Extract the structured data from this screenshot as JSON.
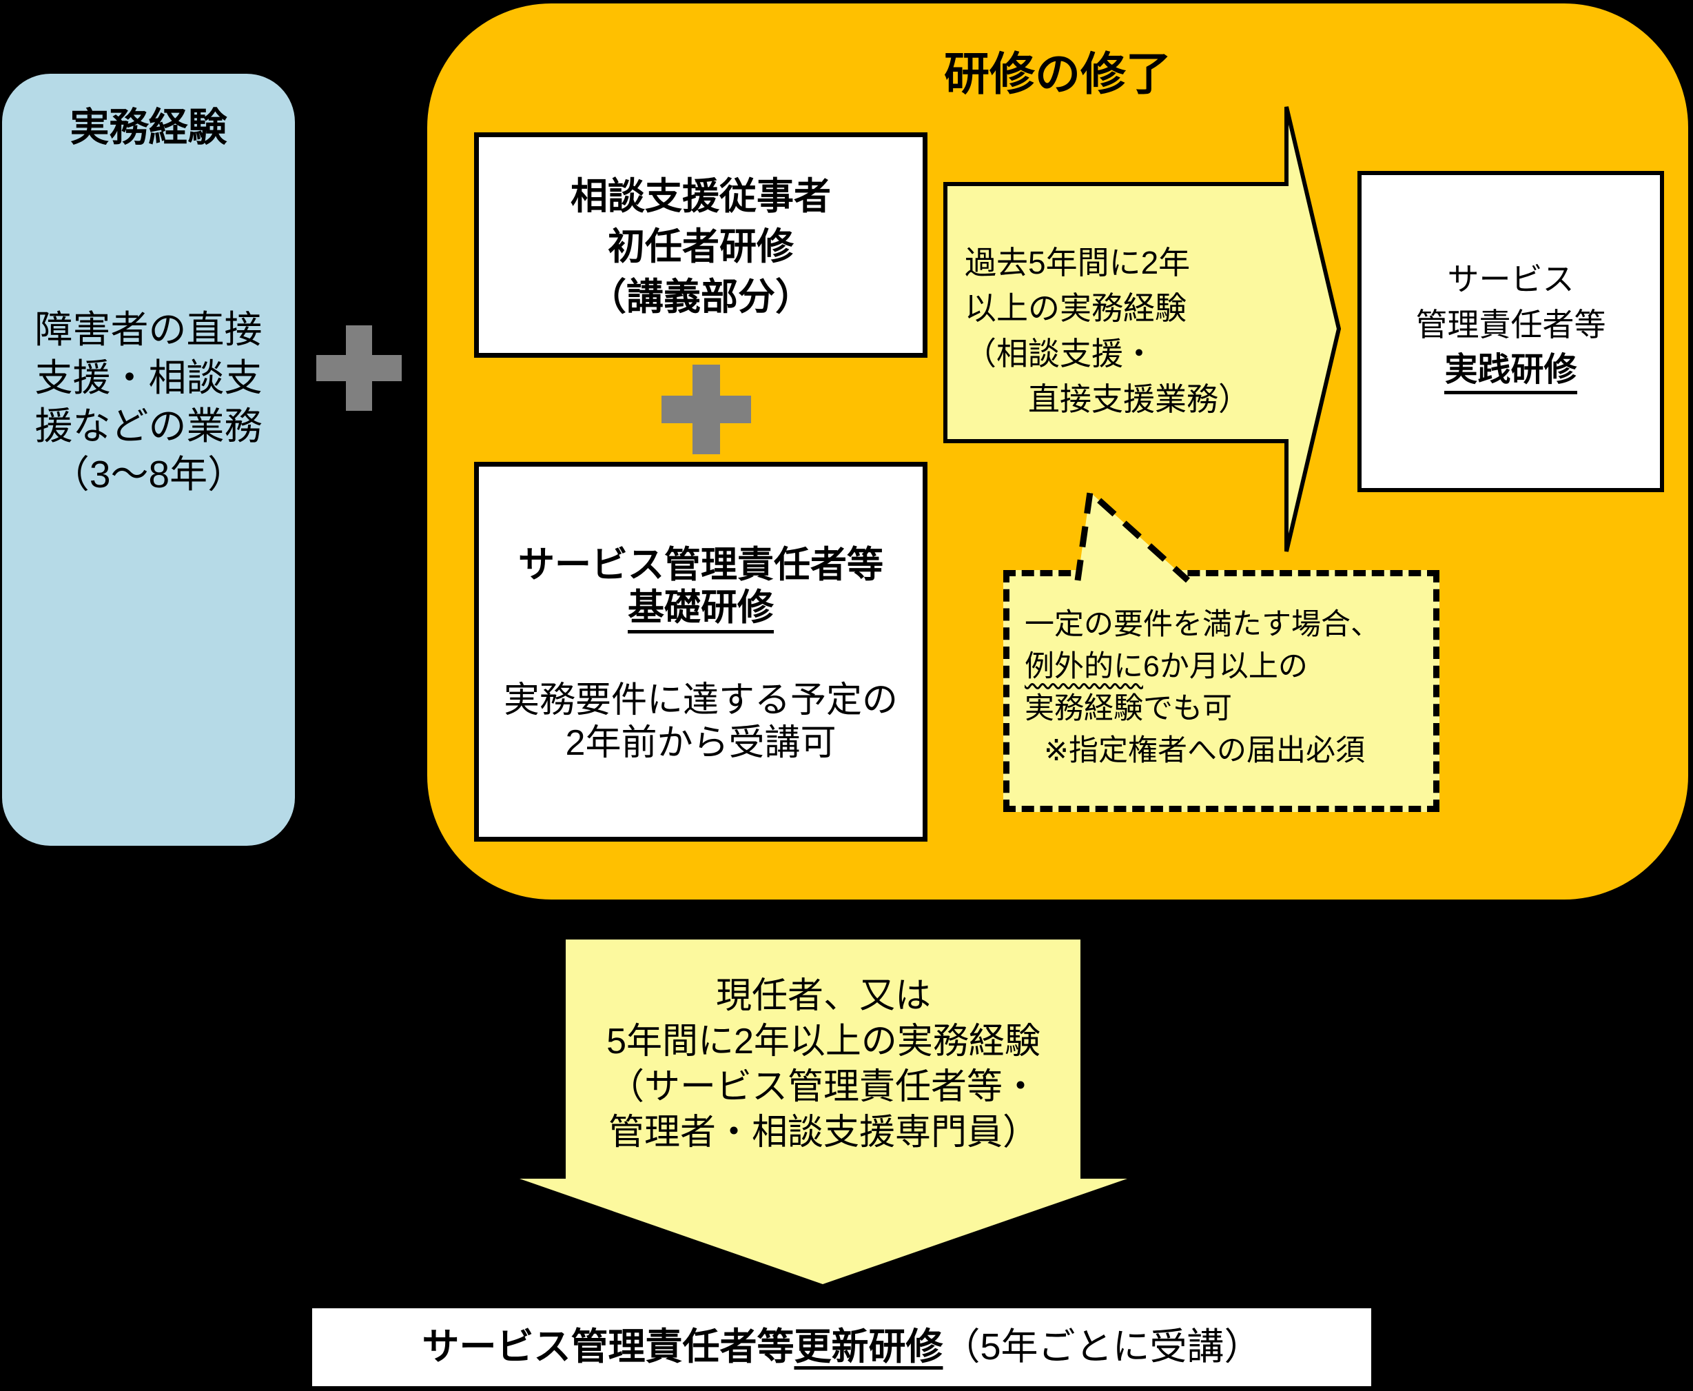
{
  "colors": {
    "background": "#000000",
    "experience_box_fill": "#B6DAE7",
    "training_box_fill": "#FFC000",
    "pale_yellow_fill": "#FCF99E",
    "plus_gray": "#808080",
    "white_box_fill": "#FFFFFF",
    "text": "#000000"
  },
  "experience_box": {
    "title": "実務経験",
    "body_lines": [
      "障害者の直接",
      "支援・相談支",
      "援などの業務",
      "（3～8年）"
    ]
  },
  "training_section": {
    "title": "研修の修了"
  },
  "beginner_box": {
    "lines": [
      "相談支援従事者",
      "初任者研修",
      "（講義部分）"
    ]
  },
  "basic_box": {
    "title": "サービス管理責任者等",
    "subtitle": "基礎研修",
    "body_lines": [
      "実務要件に達する予定の",
      "2年前から受講可"
    ]
  },
  "experience_arrow": {
    "lines": [
      "過去5年間に2年",
      "以上の実務経験",
      "（相談支援・",
      "　　直接支援業務）"
    ]
  },
  "practice_box": {
    "lines": [
      "サービス",
      "管理責任者等"
    ],
    "emphasis": "実践研修"
  },
  "exception_callout": {
    "line1": "一定の要件を満たす場合、",
    "line2_wavy": "例外的に",
    "line2_rest": "6か月以上の",
    "line3": "実務経験でも可",
    "line4": "※指定権者への届出必須"
  },
  "renewal_arrow": {
    "lines": [
      "現任者、又は",
      "5年間に2年以上の実務経験",
      "（サービス管理責任者等・",
      "管理者・相談支援専門員）"
    ]
  },
  "renewal_bar": {
    "bold_text": "サービス管理責任者等",
    "underlined_text": "更新研修",
    "normal_text": "（5年ごとに受講）"
  }
}
